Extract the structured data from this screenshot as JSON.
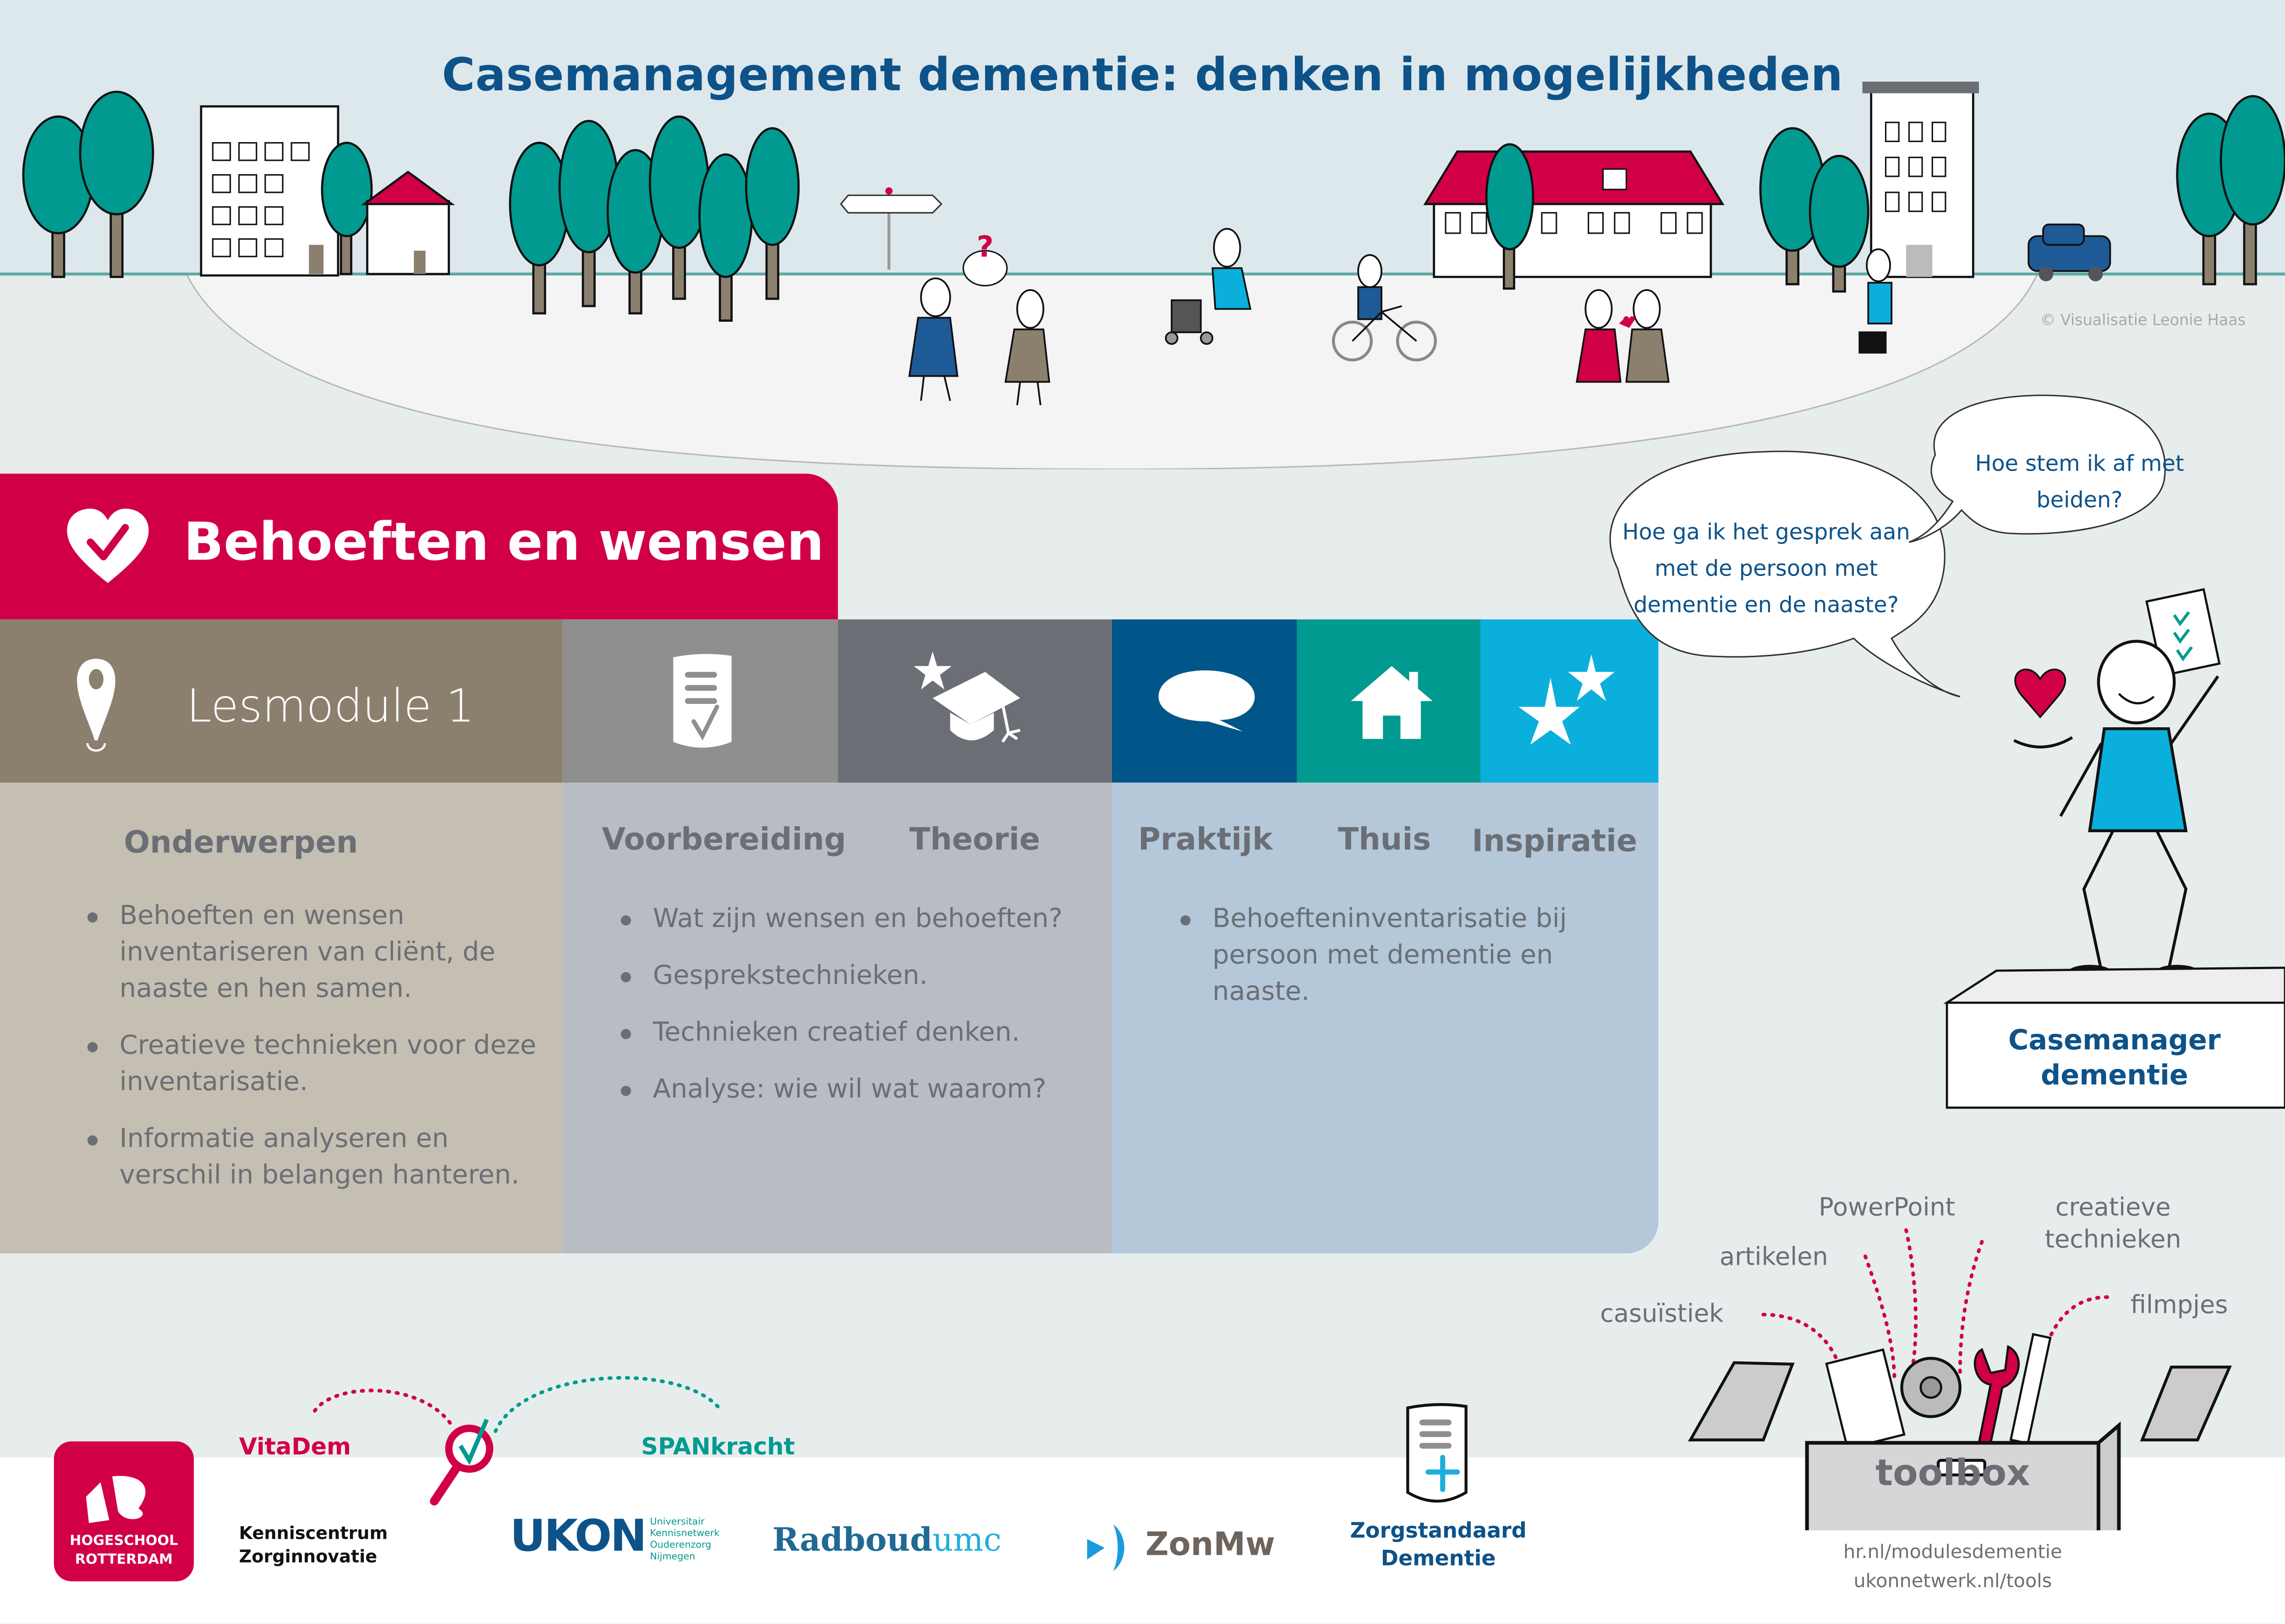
{
  "page": {
    "title": "Casemanagement dementie: denken in mogelijkheden",
    "copyright": "© Visualisatie Leonie Haas"
  },
  "banner": {
    "title": "Behoeften en wensen",
    "icon": "heart-check-icon",
    "color": "#d10046"
  },
  "module": {
    "label": "Lesmodule 1",
    "icon": "map-pin-icon"
  },
  "columns": [
    {
      "label": "Voorbereiding",
      "icon": "checklist-document-icon",
      "color": "#8f8f8f"
    },
    {
      "label": "Theorie",
      "icon": "graduation-cap-star-icon",
      "color": "#6b6f75"
    },
    {
      "label": "Praktijk",
      "icon": "speech-bubble-icon",
      "color": "#005589"
    },
    {
      "label": "Thuis",
      "icon": "house-icon",
      "color": "#009a90"
    },
    {
      "label": "Inspiratie",
      "icon": "stars-icon",
      "color": "#0aafdc"
    }
  ],
  "onderwerpen": {
    "heading": "Onderwerpen",
    "items": [
      "Behoeften en wensen inventariseren van cliënt, de naaste en hen samen.",
      "Creatieve technieken voor deze inventarisatie.",
      "Informatie analyseren en verschil in belangen hanteren."
    ]
  },
  "voorbereiding_theorie": {
    "items": [
      "Wat zijn wensen en behoeften?",
      "Gesprekstechnieken.",
      "Technieken creatief denken.",
      "Analyse: wie wil wat waarom?"
    ]
  },
  "praktijk_thuis_inspiratie": {
    "items": [
      "Behoefteninventarisatie bij persoon met dementie en naaste."
    ]
  },
  "casemanager": {
    "bubble1": "Hoe ga ik het gesprek aan met de persoon met dementie en de naaste?",
    "bubble2": "Hoe stem ik af met beiden?",
    "label_line1": "Casemanager",
    "label_line2": "dementie"
  },
  "toolbox": {
    "label": "toolbox",
    "items": [
      "casuïstiek",
      "artikelen",
      "PowerPoint",
      "creatieve technieken",
      "filmpjes"
    ],
    "urls": [
      "hr.nl/modulesdementie",
      "ukonnetwerk.nl/tools"
    ]
  },
  "logos": {
    "hogeschool": [
      "HOGESCHOOL",
      "ROTTERDAM"
    ],
    "kenniscentrum": [
      "Kenniscentrum",
      "Zorginnovatie"
    ],
    "vitadem": "VitaDem",
    "spankracht": "SPANkracht",
    "ukon_mark": "UKON",
    "ukon_sub": [
      "Universitair",
      "Kennisnetwerk",
      "Ouderenzorg",
      "Nijmegen"
    ],
    "radboud": "Radboud",
    "radboud_umc": "umc",
    "zonmw": "ZonMw",
    "zorgstandaard": [
      "Zorgstandaard",
      "Dementie"
    ]
  },
  "colors": {
    "brand_red": "#d10046",
    "navy": "#0d5289",
    "teal": "#009a90",
    "sky_blue": "#0aafdc",
    "text_gray": "#6b6f75"
  }
}
